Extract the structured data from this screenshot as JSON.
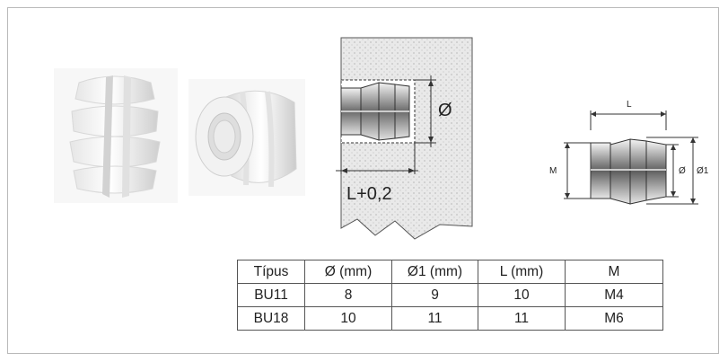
{
  "drawing_section": {
    "diameter_label": "Ø",
    "length_label": "L+0,2"
  },
  "drawing_part": {
    "label_L": "L",
    "label_M": "M",
    "label_d": "Ø",
    "label_d1": "Ø1"
  },
  "table": {
    "headers": [
      "Típus",
      "Ø (mm)",
      "Ø1 (mm)",
      "L (mm)",
      "M"
    ],
    "rows": [
      [
        "BU11",
        "8",
        "9",
        "10",
        "M4"
      ],
      [
        "BU18",
        "10",
        "11",
        "11",
        "M6"
      ]
    ]
  }
}
